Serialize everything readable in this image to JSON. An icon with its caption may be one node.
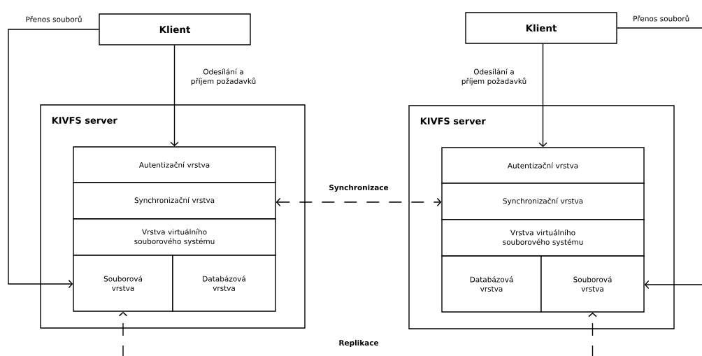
{
  "diagram": {
    "nodes": [
      {
        "text": [
          "Klient"
        ]
      },
      {
        "text": [
          "KIVFS server"
        ]
      },
      {
        "text": [
          "Autentizační vrstva"
        ],
        "in": 1
      },
      {
        "text": [
          "Synchronizační vrstva"
        ],
        "in": 1
      },
      {
        "text": [
          "Vrstva virtuálního souborového systému"
        ],
        "in": 1
      },
      {
        "text": [
          "Souborová vrstva"
        ],
        "in": 1
      },
      {
        "text": [
          "Databázová vrstva"
        ],
        "in": 1
      },
      {
        "text": [
          "Klient"
        ]
      },
      {
        "text": [
          "KIVFS server"
        ]
      },
      {
        "text": [
          "Autentizační vrstva"
        ],
        "in": 8
      },
      {
        "text": [
          "Synchronizační vrstva"
        ],
        "in": 8
      },
      {
        "text": [
          "Vrstva virtuálního souborového systému"
        ],
        "in": 8
      },
      {
        "text": [
          "Databázová vrstva"
        ],
        "in": 8
      },
      {
        "text": [
          "Souborová vrstva"
        ],
        "in": 8
      }
    ],
    "edges": [
      {
        "from": 0,
        "to": 2,
        "arrow": "to",
        "label": "Odesílání a příjem požadavků"
      },
      {
        "from": 7,
        "to": 9,
        "arrow": "to",
        "label": "Odesílání a příjem požadavků"
      },
      {
        "from": 0,
        "to": 5,
        "arrow": "to",
        "label": "Přenos souborů"
      },
      {
        "from": 7,
        "to": 13,
        "arrow": "to",
        "label": "Přenos souborů"
      },
      {
        "from": 3,
        "to": 10,
        "arrow": "both",
        "style": "dashed",
        "label": "Synchronizace"
      },
      {
        "from": null,
        "to": 5,
        "arrow": "to",
        "style": "dashed"
      },
      {
        "from": null,
        "to": 13,
        "arrow": "to",
        "style": "dashed"
      }
    ],
    "labels": [
      "Replikace"
    ]
  }
}
